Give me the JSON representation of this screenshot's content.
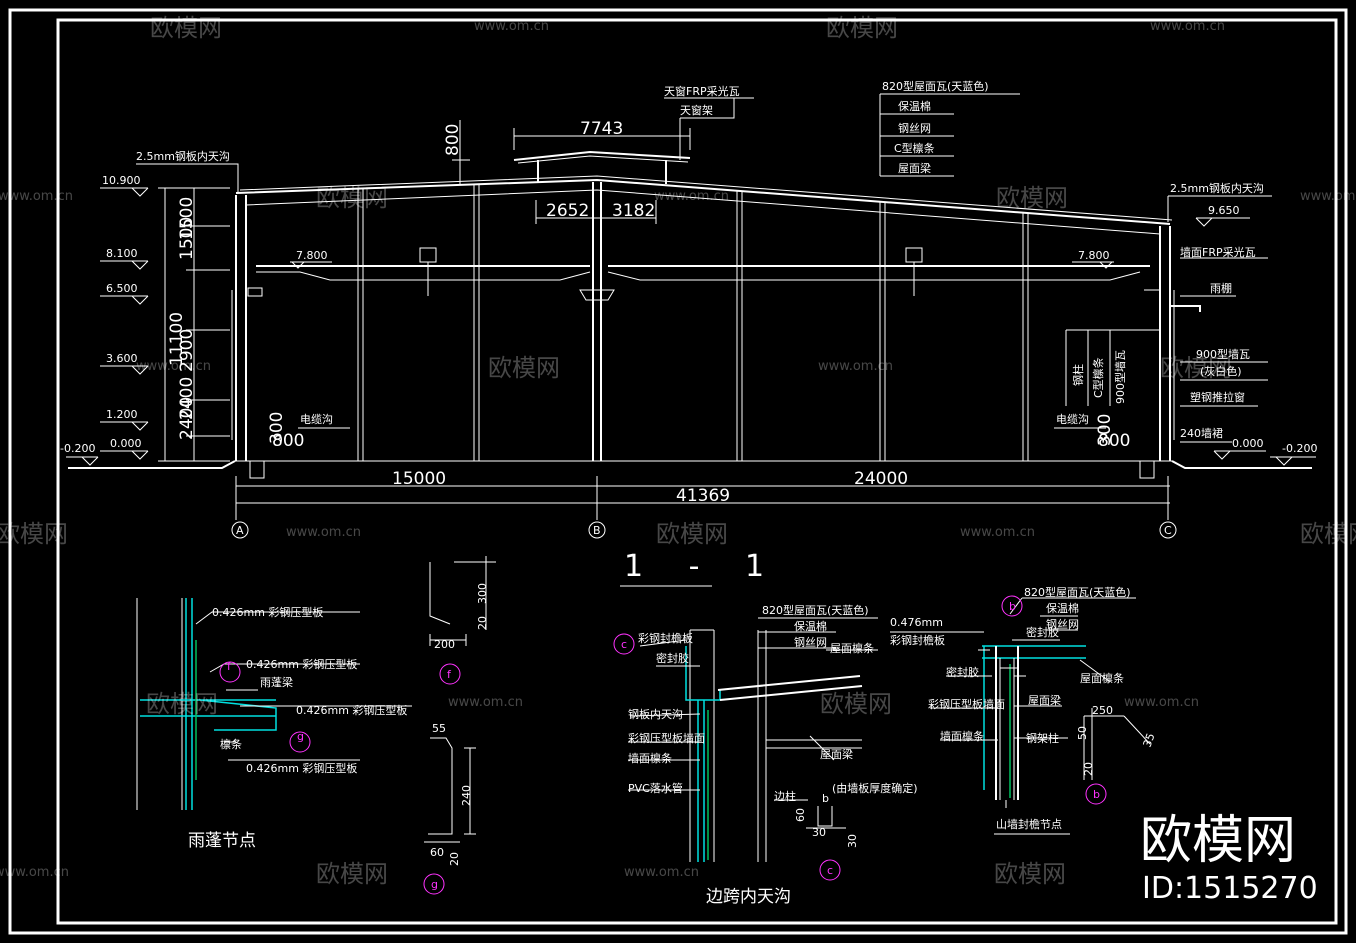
{
  "title": "1 - 1",
  "watermark": {
    "brand": "欧模网",
    "url": "www.om.cn",
    "id": "ID:1515270"
  },
  "elevations_left": [
    "10.900",
    "8.100",
    "6.500",
    "3.600",
    "1.200",
    "0.000",
    "-0.200"
  ],
  "elevations_right": [
    "9.650",
    "0.000",
    "-0.200"
  ],
  "crane_levels": [
    "7.800",
    "7.800"
  ],
  "vertical_dims_left": [
    "11100",
    "1500",
    "1500",
    "2900",
    "2400",
    "2400"
  ],
  "dims": {
    "skylight_width": "7743",
    "skylight_height": "800",
    "ridge_left": "2652",
    "ridge_right": "3182",
    "span_left": "15000",
    "span_right": "24000",
    "total": "41369",
    "trench_left_a": "800",
    "trench_left_b": "300",
    "trench_right_a": "800",
    "trench_right_b": "300"
  },
  "axes": [
    "A",
    "B",
    "C"
  ],
  "labels_top": {
    "gutter_left": "2.5mm钢板内天沟",
    "gutter_right": "2.5mm钢板内天沟",
    "skylight_tile": "天窗FRP采光瓦",
    "skylight_frame": "天窗架",
    "roof_tile": "820型屋面瓦(天蓝色)",
    "insulation": "保温棉",
    "wire_mesh": "钢丝网",
    "c_purlin": "C型檩条",
    "roof_beam": "屋面梁"
  },
  "labels_right": {
    "wall_frp": "墙面FRP采光瓦",
    "canopy": "雨棚",
    "wall_tile": "900型墙瓦",
    "wall_tile_color": "(灰白色)",
    "sliding_window": "塑钢推拉窗",
    "skirt_wall": "240墙裙",
    "steel_column": "钢柱",
    "c_wall_purlin": "C型檩条",
    "wall_tile_v": "900型墙瓦",
    "cable_trench_left": "电缆沟",
    "cable_trench_right": "电缆沟"
  },
  "detail_canopy": {
    "title": "雨蓬节点",
    "l1": "0.426mm 彩钢压型板",
    "l2": "0.426mm 彩钢压型板",
    "l3": "雨蓬梁",
    "l4": "0.426mm 彩钢压型板",
    "l5": "檩条",
    "l6": "0.426mm 彩钢压型板",
    "tag_f": "f",
    "tag_g": "g"
  },
  "detail_f": {
    "d1": "300",
    "d2": "20",
    "d3": "200",
    "tag": "f"
  },
  "detail_g": {
    "d1": "55",
    "d2": "240",
    "d3": "60",
    "d4": "20",
    "tag": "g"
  },
  "detail_c": {
    "title": "边跨内天沟",
    "l1": "820型屋面瓦(天蓝色)",
    "l2": "保温棉",
    "l3": "钢丝网",
    "l4": "屋面檩条",
    "l5": "彩钢封檐板",
    "l6": "密封胶",
    "l7": "钢板内天沟",
    "l8": "彩钢压型板墙面",
    "l9": "墙面檩条",
    "l10": "PVC落水管",
    "l11": "屋面梁",
    "l12": "边柱",
    "l13": "(由墙板厚度确定)",
    "d1": "b",
    "d2": "60",
    "d3": "30",
    "d4": "30",
    "tag": "c"
  },
  "detail_b": {
    "title": "山墙封檐节点",
    "l1": "820型屋面瓦(天蓝色)",
    "l2": "保温棉",
    "l3": "钢丝网",
    "l4": "0.476mm",
    "l5": "彩钢封檐板",
    "l6": "密封胶",
    "l7": "密封胶",
    "l8": "屋面檩条",
    "l9": "屋面梁",
    "l10": "彩钢压型板墙面",
    "l11": "墙面檩条",
    "l12": "钢架柱",
    "d1": "250",
    "d2": "50",
    "d3": "20",
    "d4": "35",
    "tag": "b"
  },
  "colors": {
    "background": "#000000",
    "line": "#ffffff",
    "cyan": "#00e0e0",
    "green": "#00c060",
    "magenta": "#ff33ff"
  }
}
